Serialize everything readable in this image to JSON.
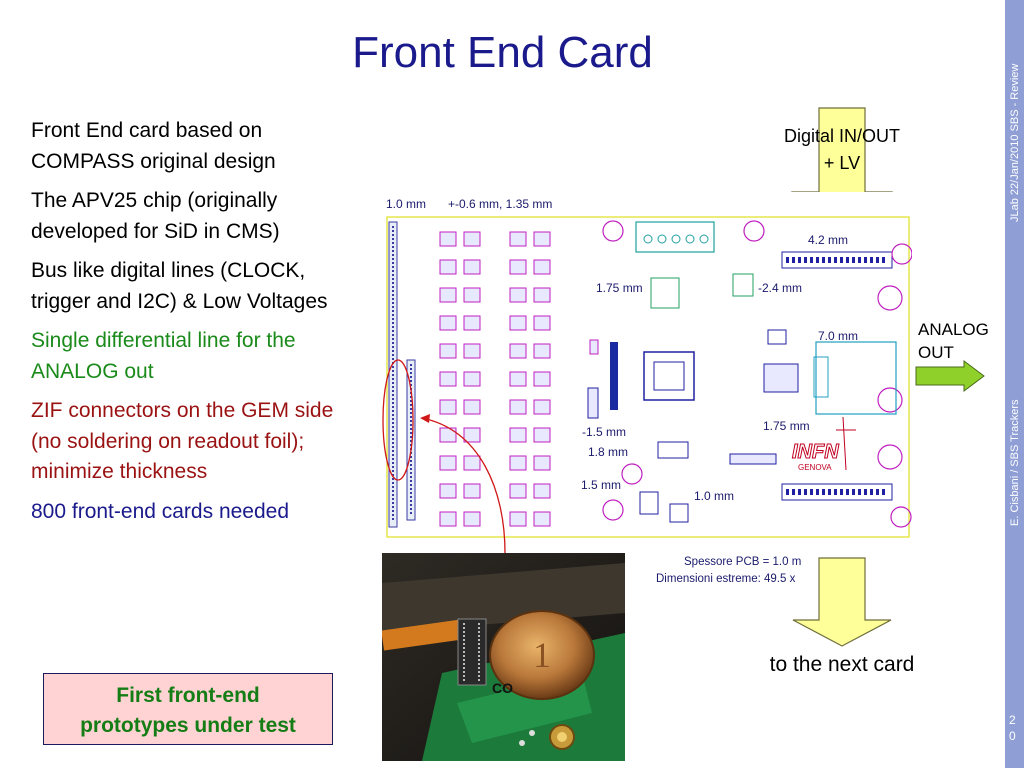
{
  "slide": {
    "title": "Front End Card",
    "sidebar_top": "JLab 22/Jan/2010 SBS - Review",
    "sidebar_bottom": "E. Cisbani / SBS Trackers",
    "page_number_1": "2",
    "page_number_2": "0"
  },
  "bullets": [
    {
      "text": "Front End card based on COMPASS original design",
      "color": "#000000"
    },
    {
      "text": "The APV25 chip (originally developed for SiD in CMS)",
      "color": "#000000"
    },
    {
      "text": "Bus like digital lines (CLOCK, trigger and I2C) & Low Voltages",
      "color": "#000000"
    },
    {
      "text": "Single differential line for the ANALOG out",
      "color": "#1a8a1a"
    },
    {
      "text": "ZIF connectors on the GEM side (no soldering on readout foil); minimize thickness",
      "color": "#9a1212"
    },
    {
      "text": "800 front-end cards needed",
      "color": "#1a1a8c"
    }
  ],
  "callout": {
    "line1": "First front-end",
    "line2": "prototypes under test"
  },
  "arrows": {
    "digital_in_line1": "Digital IN/OUT",
    "digital_in_line2": "+ LV",
    "analog_line1": "ANALOG",
    "analog_line2": "OUT",
    "next_card": "to the next card"
  },
  "pcb": {
    "dim_top_left": "1.0 mm",
    "dim_top_mid": "+-0.6 mm, 1.35 mm",
    "dim_4_2": "4.2 mm",
    "dim_1_75_a": "1.75 mm",
    "dim_minus_2_4": "-2.4 mm",
    "dim_7_0": "7.0 mm",
    "dim_minus_1_5": "-1.5 mm",
    "dim_1_75_b": "1.75 mm",
    "dim_1_8": "1.8 mm",
    "dim_1_5": "1.5 mm",
    "dim_1_0_b": "1.0 mm",
    "logo_text": "INFN",
    "logo_sub": "GENOVA",
    "note_line1": "Spessore PCB = 1.0 m",
    "note_line2": "Dimensioni estreme: 49.5 x"
  },
  "photo": {
    "coin_text": "1",
    "board_text": "CO"
  },
  "colors": {
    "title": "#1a1a8c",
    "sidebar": "#8f9fd6",
    "arrow_yellow": "#ffff99",
    "arrow_green": "#8fd12a",
    "callout_bg": "#ffd3d3"
  }
}
